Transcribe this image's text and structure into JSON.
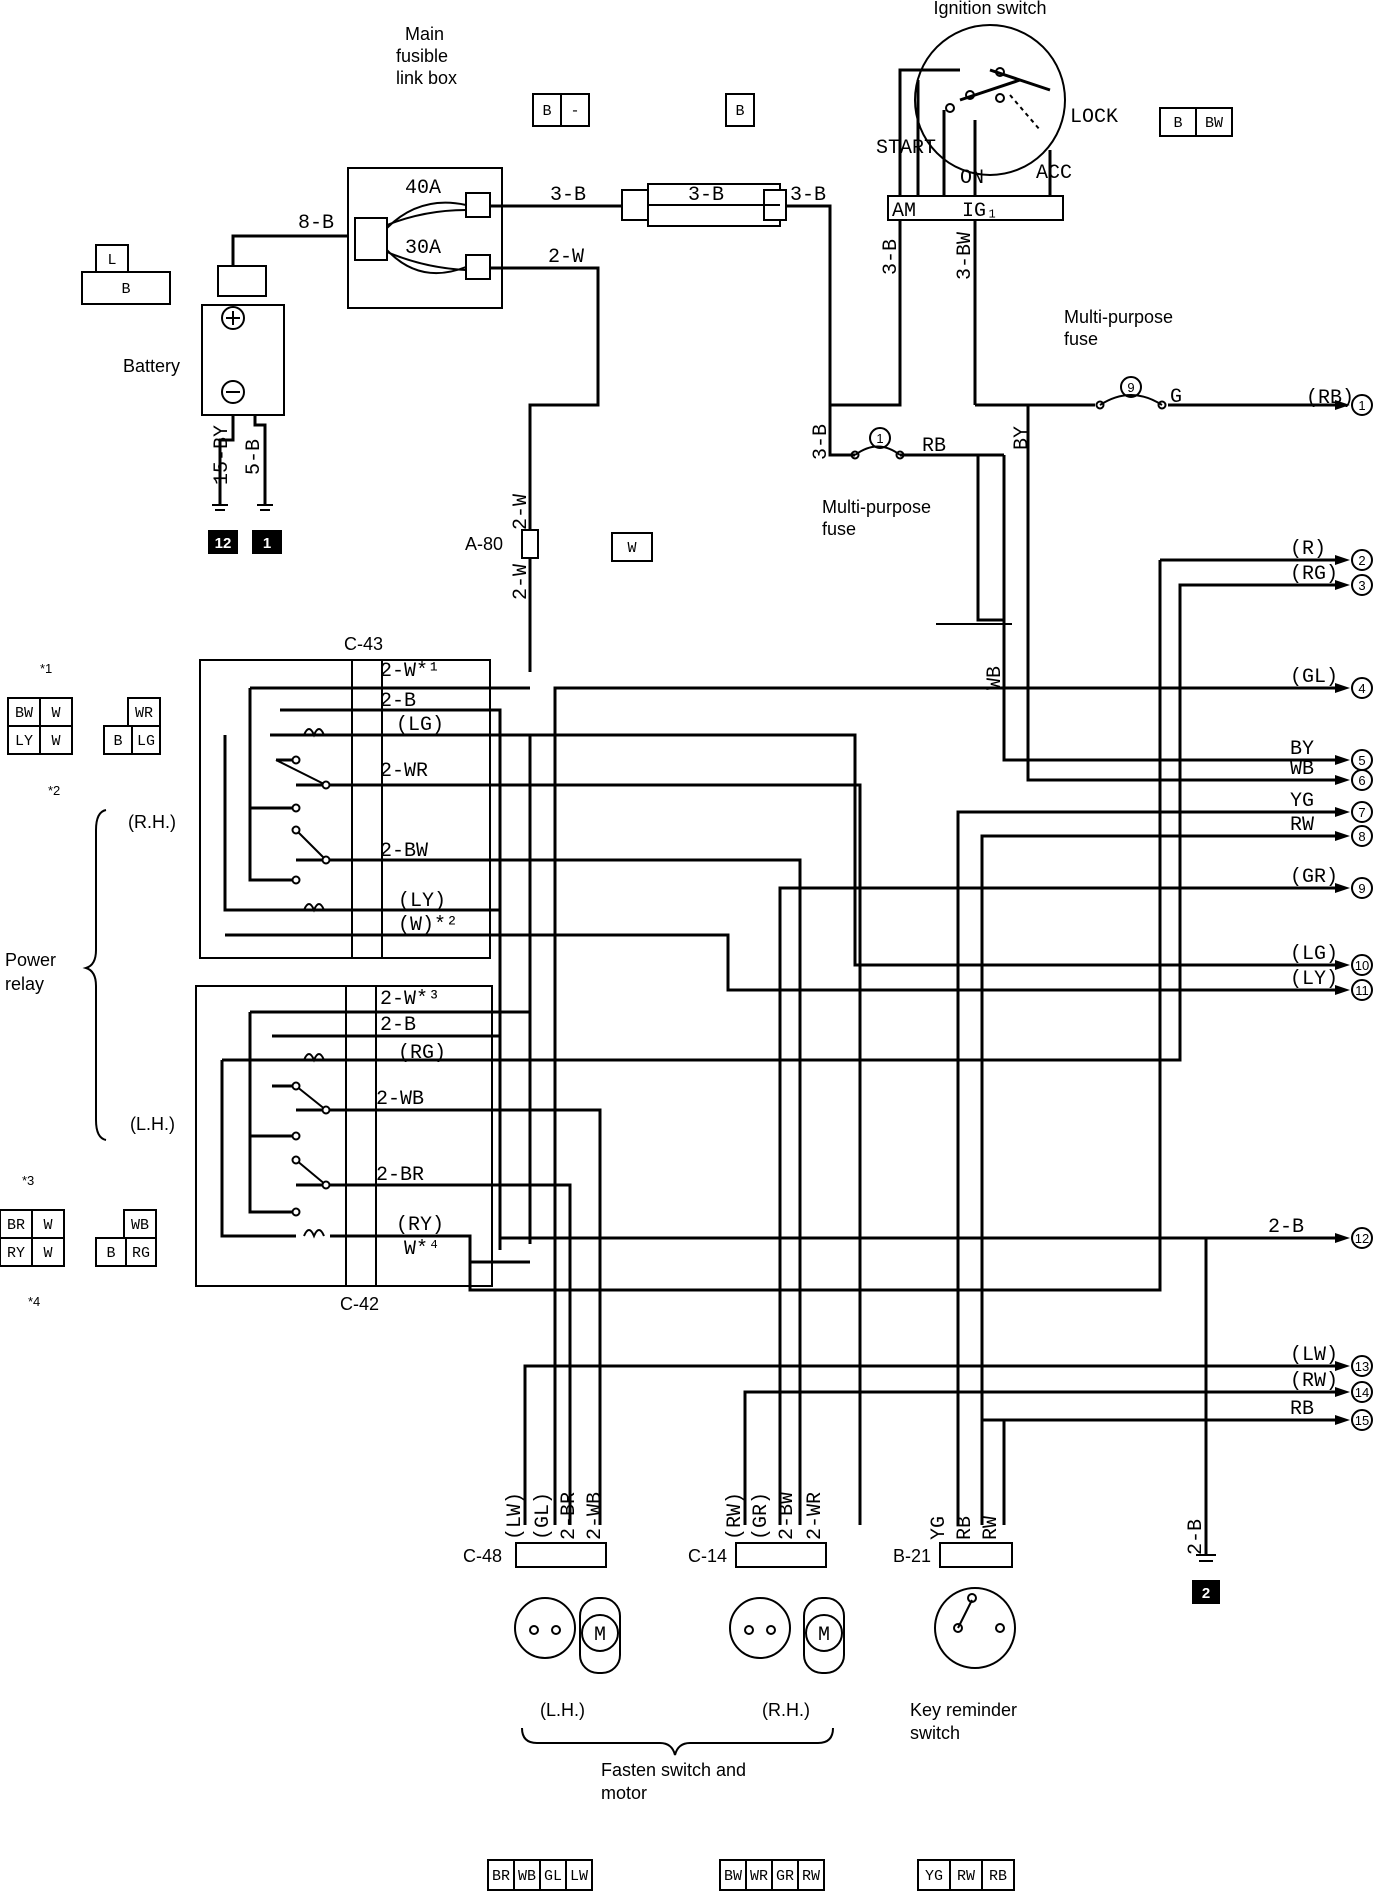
{
  "components": {
    "ignition_switch": "Ignition switch",
    "lock": "LOCK",
    "start": "START",
    "on": "ON",
    "acc": "ACC",
    "am": "AM",
    "ig1": "IG₁",
    "main_fusible_1": "Main",
    "main_fusible_2": "fusible",
    "main_fusible_3": "link box",
    "fuse_40a": "40A",
    "fuse_30a": "30A",
    "battery": "Battery",
    "multi_fuse_a_1": "Multi-purpose",
    "multi_fuse_a_2": "fuse",
    "multi_fuse_b_1": "Multi-purpose",
    "multi_fuse_b_2": "fuse",
    "power_relay_1": "Power",
    "power_relay_2": "relay",
    "rh": "(R.H.)",
    "lh": "(L.H.)",
    "c43": "C-43",
    "c42": "C-42",
    "a80": "A-80",
    "c48": "C-48",
    "c14": "C-14",
    "b21": "B-21",
    "fasten_lh": "(L.H.)",
    "fasten_rh": "(R.H.)",
    "key_reminder_1": "Key reminder",
    "key_reminder_2": "switch",
    "fasten_1": "Fasten switch and",
    "fasten_2": "motor",
    "fuse_no_9": "9",
    "fuse_no_1": "1"
  },
  "wire_labels": {
    "w8b": "8-B",
    "w3b_a": "3-B",
    "w3b_b": "3-B",
    "w3b_c": "3-B",
    "w2w": "2-W",
    "w3b_v": "3-B",
    "w3bw_v": "3-BW",
    "w3b_junc": "3-B",
    "rb": "RB",
    "g": "G",
    "rb_out": "(RB)",
    "by_v": "BY",
    "wb_v": "WB",
    "w15by": "15-BY",
    "w5b": "5-B",
    "w2w_v1": "2-W",
    "w2w_v2": "2-W",
    "c43_2w": "2-W*¹",
    "c43_2b": "2-B",
    "c43_lg": "(LG)",
    "c43_2wr": "2-WR",
    "c43_2bw": "2-BW",
    "c43_ly": "(LY)",
    "c43_w": "(W)*²",
    "c42_2w": "2-W*³",
    "c42_2b": "2-B",
    "c42_rg": "(RG)",
    "c42_2wb": "2-WB",
    "c42_2br": "2-BR",
    "c42_ry": "(RY)",
    "c42_w": "W*⁴",
    "out_2b": "2-B",
    "gnd_2b": "2-B",
    "c48_lw": "(LW)",
    "c48_gl": "(GL)",
    "c48_2br": "2-BR",
    "c48_2wb": "2-WB",
    "c14_rw": "(RW)",
    "c14_gr": "(GR)",
    "c14_2bw": "2-BW",
    "c14_2wr": "2-WR",
    "b21_yg": "YG",
    "b21_rb": "RB",
    "b21_rw": "RW"
  },
  "outputs": [
    {
      "label": "(RB)",
      "num": "1"
    },
    {
      "label": "(R)",
      "num": "2"
    },
    {
      "label": "(RG)",
      "num": "3"
    },
    {
      "label": "(GL)",
      "num": "4"
    },
    {
      "label": "BY",
      "num": "5"
    },
    {
      "label": "WB",
      "num": "6"
    },
    {
      "label": "YG",
      "num": "7"
    },
    {
      "label": "RW",
      "num": "8"
    },
    {
      "label": "(GR)",
      "num": "9"
    },
    {
      "label": "(LG)",
      "num": "10"
    },
    {
      "label": "(LY)",
      "num": "11"
    },
    {
      "label": "2-B",
      "num": "12"
    },
    {
      "label": "(LW)",
      "num": "13"
    },
    {
      "label": "(RW)",
      "num": "14"
    },
    {
      "label": "RB",
      "num": "15"
    }
  ],
  "grounds": {
    "g12": "12",
    "g1": "1",
    "g2": "2"
  },
  "connectors": {
    "conn_b_minus": [
      "B",
      "-"
    ],
    "conn_b_small": "B",
    "conn_l": "L",
    "conn_b": "B",
    "conn_ign": [
      "B",
      "BW"
    ],
    "conn_w": "W",
    "conn_rh_top": [
      "BW",
      "W",
      "WR"
    ],
    "conn_rh_bot": [
      "LY",
      "W",
      "B",
      "LG"
    ],
    "conn_lh_top": [
      "BR",
      "W",
      "WB"
    ],
    "conn_lh_bot": [
      "RY",
      "W",
      "B",
      "RG"
    ],
    "star1": "*1",
    "star2": "*2",
    "star3": "*3",
    "star4": "*4",
    "bottom_c48": [
      "BR",
      "WB",
      "GL",
      "LW"
    ],
    "bottom_c14": [
      "BW",
      "WR",
      "GR",
      "RW"
    ],
    "bottom_b21": [
      "YG",
      "RW",
      "RB"
    ]
  }
}
